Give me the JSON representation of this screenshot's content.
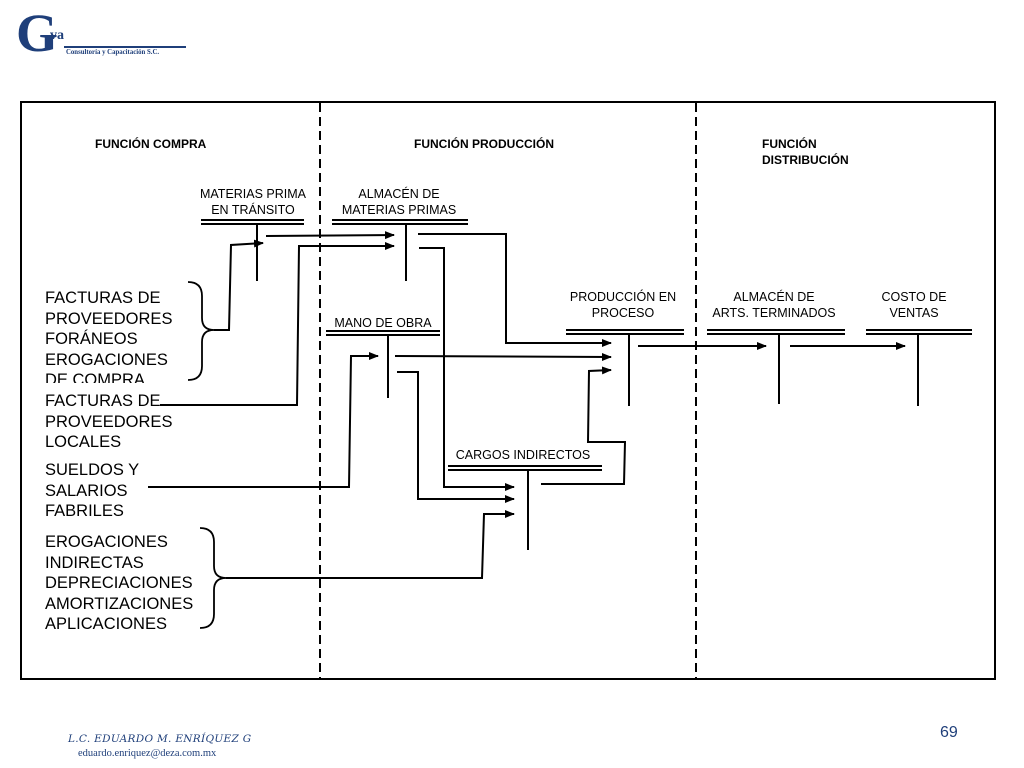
{
  "logo": {
    "letter": "G",
    "superscript": "va",
    "tagline": "Consultoría y Capacitación S.C."
  },
  "diagram": {
    "headers": {
      "compra": "FUNCIÓN COMPRA",
      "produccion": "FUNCIÓN PRODUCCIÓN",
      "distribucion_line1": "FUNCIÓN",
      "distribucion_line2": "DISTRIBUCIÓN"
    },
    "accounts": {
      "materias_transito_l1": "MATERIAS PRIMA",
      "materias_transito_l2": "EN TRÁNSITO",
      "almacen_mp_l1": "ALMACÉN DE",
      "almacen_mp_l2": "MATERIAS PRIMAS",
      "mano_obra": "MANO DE OBRA",
      "produccion_proceso_l1": "PRODUCCIÓN EN",
      "produccion_proceso_l2": "PROCESO",
      "almacen_terminados_l1": "ALMACÉN DE",
      "almacen_terminados_l2": "ARTS. TERMINADOS",
      "costo_ventas_l1": "COSTO DE",
      "costo_ventas_l2": "VENTAS",
      "cargos_indirectos": "CARGOS INDIRECTOS"
    },
    "sources": {
      "foraneos": [
        "FACTURAS DE",
        "PROVEEDORES",
        "FORÁNEOS",
        "EROGACIONES",
        "DE COMPRA"
      ],
      "locales": [
        "FACTURAS DE",
        "PROVEEDORES",
        "LOCALES"
      ],
      "sueldos": [
        "SUELDOS Y",
        "SALARIOS",
        "FABRILES"
      ],
      "indirectas": [
        "EROGACIONES",
        "INDIRECTAS",
        "DEPRECIACIONES",
        "AMORTIZACIONES",
        "APLICACIONES"
      ]
    }
  },
  "footer": {
    "author": "L.C. EDUARDO M. ENRÍQUEZ G",
    "email": "eduardo.enriquez@deza.com.mx",
    "page_number": "69"
  },
  "colors": {
    "brand": "#1f3f7a",
    "line": "#000000"
  }
}
